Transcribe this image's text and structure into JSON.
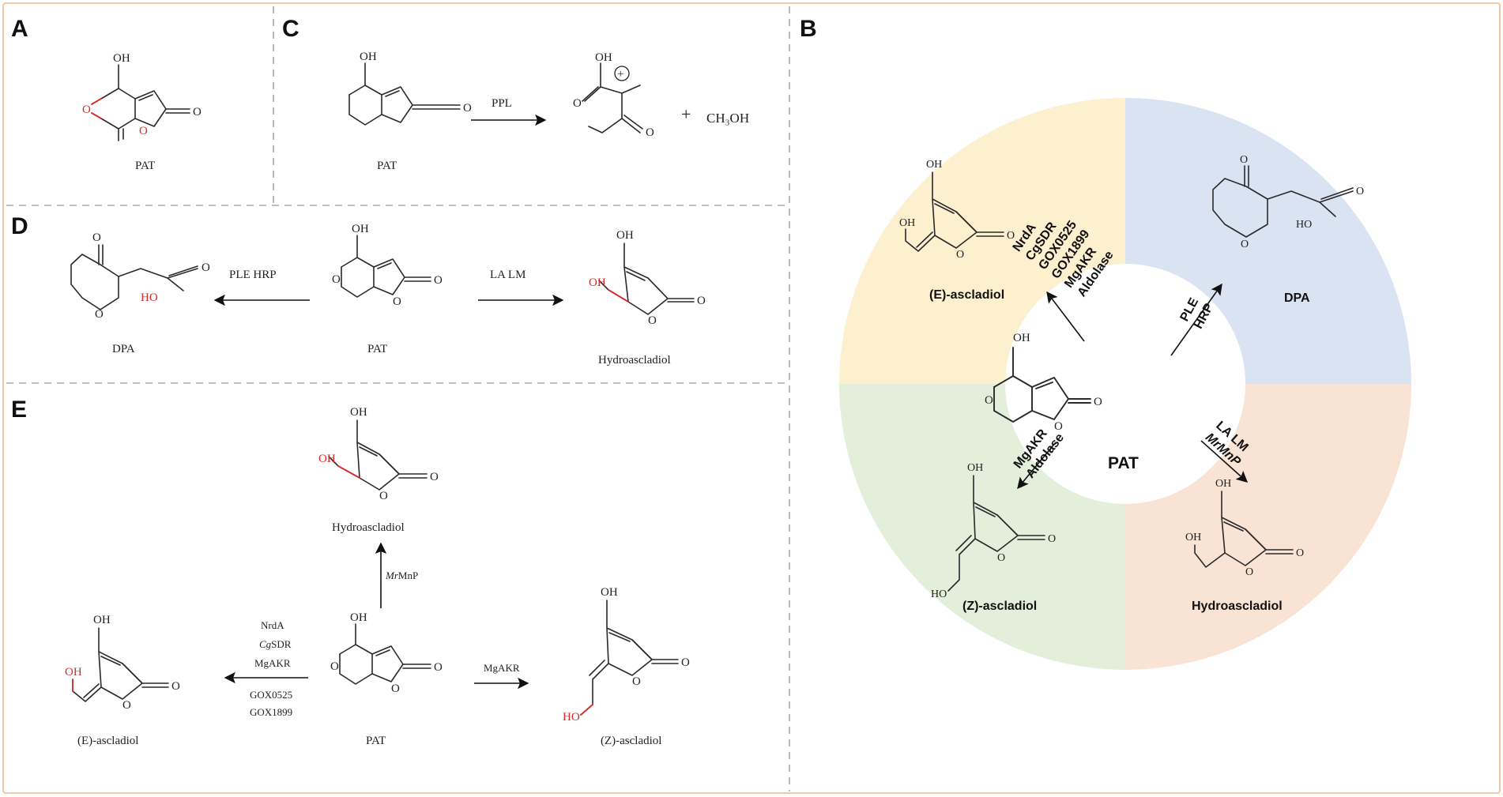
{
  "panels": {
    "A": {
      "letter": "A",
      "compound": "PAT",
      "atoms": {
        "oh": "OH",
        "o_carbonyl": "O"
      }
    },
    "C": {
      "letter": "C",
      "substrate": "PAT",
      "enzyme": "PPL",
      "atoms": {
        "oh_top": "OH",
        "o_carbonyl": "O",
        "oh_product": "OH",
        "o_ketone": "O"
      },
      "plus": "+",
      "charge": "+",
      "coproduct": "CH₃OH"
    },
    "D": {
      "letter": "D",
      "substrate": "PAT",
      "left_enzymes": "PLE HRP",
      "right_enzymes": "LA LM",
      "left_product": "DPA",
      "right_product": "Hydroascladiol",
      "atoms": {
        "oh": "OH",
        "o": "O",
        "ho": "HO"
      }
    },
    "E": {
      "letter": "E",
      "substrate": "PAT",
      "up_enzyme_italic": "Mr",
      "up_enzyme_rest": "MnP",
      "up_product": "Hydroascladiol",
      "left_enzymes": [
        "NrdA",
        "Cg",
        "SDR",
        "MgAKR",
        "GOX0525",
        "GOX1899"
      ],
      "left_product": "(E)-ascladiol",
      "right_enzyme": "MgAKR",
      "right_product": "(Z)-ascladiol",
      "atoms": {
        "oh": "OH",
        "o": "O",
        "ho": "HO"
      }
    },
    "B": {
      "letter": "B",
      "center": "PAT",
      "quadrants": {
        "top_left": {
          "product": "(E)-ascladiol",
          "color": "#fdf0cf",
          "enzymes": [
            "NrdA",
            "CgSDR",
            "GOX0525",
            "GOX1899",
            "MgAKR",
            "Aldolase"
          ]
        },
        "top_right": {
          "product": "DPA",
          "color": "#dae3f2",
          "enzymes": [
            "PLE",
            "HRP"
          ]
        },
        "bottom_left": {
          "product": "(Z)-ascladiol",
          "color": "#e3eedb",
          "enzymes": [
            "MgAKR",
            "Aldolase"
          ]
        },
        "bottom_right": {
          "product": "Hydroascladiol",
          "color": "#f8e3d5",
          "enzymes": [
            "LA  LM",
            "MrMnP"
          ]
        }
      },
      "atoms": {
        "oh": "OH",
        "o": "O",
        "ho": "HO"
      }
    }
  },
  "colors": {
    "frame": "#f0c8a8",
    "divider": "#a8a8a8",
    "highlight": "#d42b2b"
  }
}
